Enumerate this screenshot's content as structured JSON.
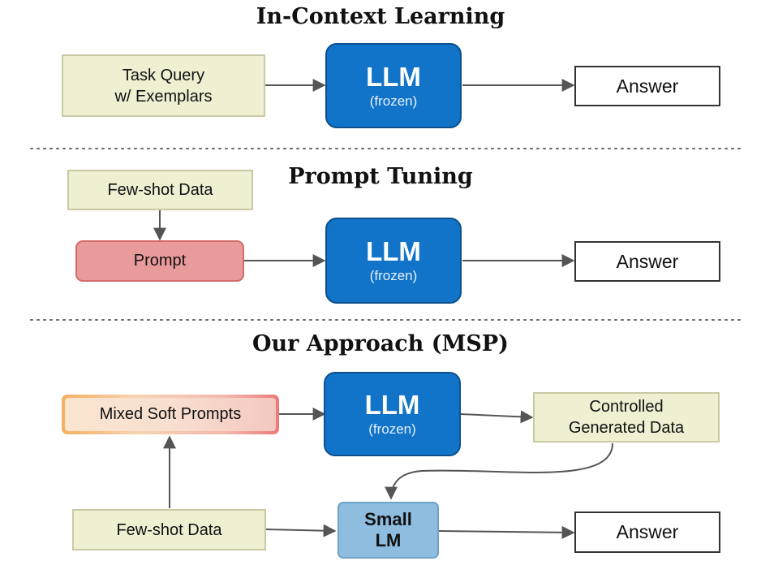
{
  "sections": {
    "icl": {
      "title": "In-Context Learning"
    },
    "pt": {
      "title": "Prompt Tuning"
    },
    "msp": {
      "title": "Our Approach (MSP)"
    }
  },
  "nodes": {
    "icl_task_query": {
      "line1": "Task Query",
      "line2": "w/ Exemplars"
    },
    "icl_llm": {
      "title": "LLM",
      "subtitle": "(frozen)"
    },
    "icl_answer": {
      "label": "Answer"
    },
    "pt_fewshot": {
      "label": "Few-shot Data"
    },
    "pt_prompt": {
      "label": "Prompt"
    },
    "pt_llm": {
      "title": "LLM",
      "subtitle": "(frozen)"
    },
    "pt_answer": {
      "label": "Answer"
    },
    "msp_mixed": {
      "label": "Mixed Soft Prompts"
    },
    "msp_llm": {
      "title": "LLM",
      "subtitle": "(frozen)"
    },
    "msp_generated": {
      "line1": "Controlled",
      "line2": "Generated Data"
    },
    "msp_fewshot": {
      "label": "Few-shot Data"
    },
    "msp_small_lm": {
      "line1": "Small",
      "line2": "LM"
    },
    "msp_answer": {
      "label": "Answer"
    }
  },
  "edges": [
    {
      "from": "icl_task_query",
      "to": "icl_llm"
    },
    {
      "from": "icl_llm",
      "to": "icl_answer"
    },
    {
      "from": "pt_fewshot",
      "to": "pt_prompt"
    },
    {
      "from": "pt_prompt",
      "to": "pt_llm"
    },
    {
      "from": "pt_llm",
      "to": "pt_answer"
    },
    {
      "from": "msp_mixed",
      "to": "msp_llm"
    },
    {
      "from": "msp_llm",
      "to": "msp_generated"
    },
    {
      "from": "msp_generated",
      "to": "msp_small_lm"
    },
    {
      "from": "msp_fewshot",
      "to": "msp_mixed"
    },
    {
      "from": "msp_fewshot",
      "to": "msp_small_lm"
    },
    {
      "from": "msp_small_lm",
      "to": "msp_answer"
    }
  ],
  "colors": {
    "llm_fill": "#1174c9",
    "beige_fill": "#efefd2",
    "prompt_fill": "#e99a9a",
    "small_lm_fill": "#8ebddf",
    "arrow": "#555555"
  }
}
